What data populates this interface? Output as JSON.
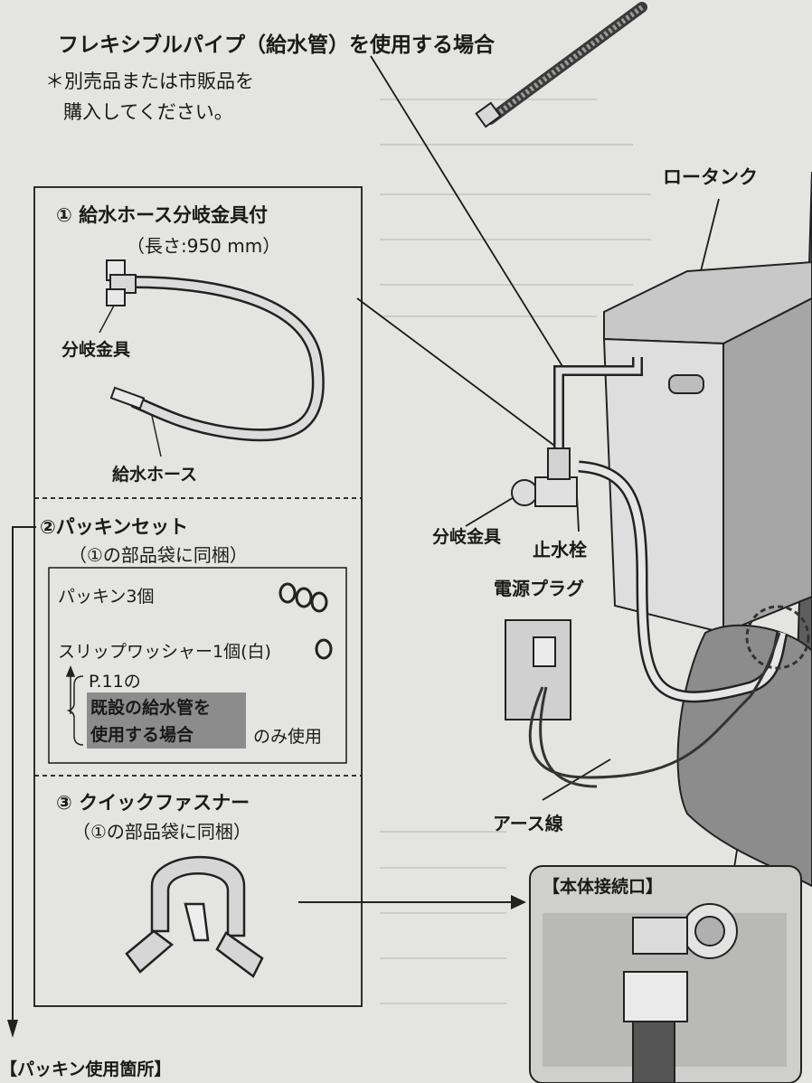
{
  "header": {
    "title": "フレキシブルパイプ（給水管）を使用する場合",
    "note_line1": "＊別売品または市販品を",
    "note_line2": "購入してください。"
  },
  "diagram": {
    "low_tank": "ロータンク",
    "branch_fitting": "分岐金具",
    "stop_valve": "止水栓",
    "power_plug": "電源プラグ",
    "earth_wire": "アース線",
    "body_connection": "【本体接続口】"
  },
  "parts_box": {
    "item1": {
      "title": "①  給水ホース分岐金具付",
      "length": "（長さ:950 mm）",
      "label_branch": "分岐金具",
      "label_hose": "給水ホース"
    },
    "item2": {
      "title": "②パッキンセット",
      "subtitle": "（①の部品袋に同梱）",
      "packing": "パッキン3個",
      "washer": "スリップワッシャー1個(白)",
      "ref_page": "P.11の",
      "existing_line1": "既設の給水管を",
      "existing_line2": "使用する場合",
      "only_use": "のみ使用"
    },
    "item3": {
      "title": "③  クイックファスナー",
      "subtitle": "（①の部品袋に同梱）"
    }
  },
  "footer": {
    "packing_location": "【パッキン使用箇所】"
  },
  "icons": [
    "flexible-pipe-icon",
    "tank-icon",
    "hose-icon",
    "o-ring-icon",
    "quick-fastener-icon",
    "arrow-icon"
  ]
}
